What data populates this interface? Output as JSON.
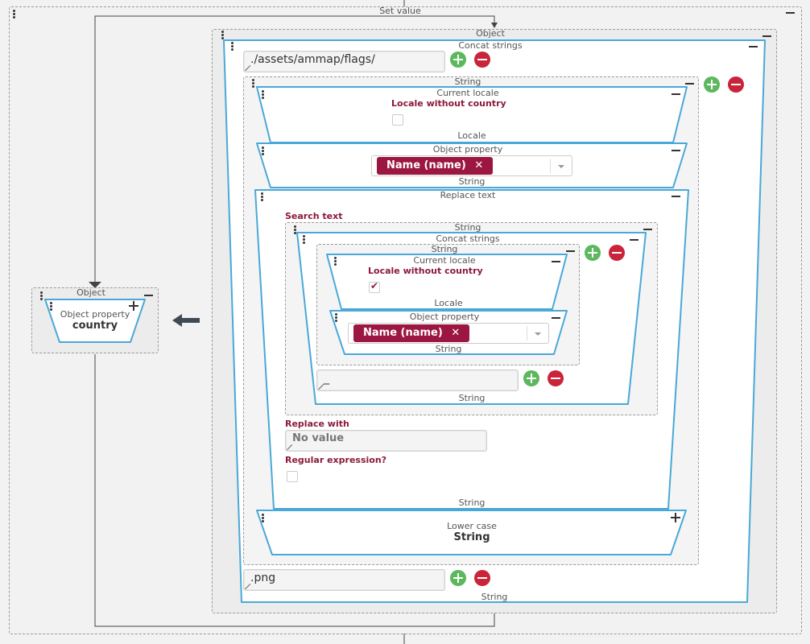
{
  "set_value": {
    "title": "Set value"
  },
  "outer_object": {
    "title": "Object"
  },
  "concat_outer": {
    "title": "Concat strings",
    "first_value": "./assets/ammap/flags/",
    "last_value": ".png",
    "output_type": "String"
  },
  "string_group": {
    "title": "String"
  },
  "current_locale_1": {
    "title": "Current locale",
    "option_label": "Locale without country",
    "checked": false,
    "output_type": "Locale"
  },
  "object_property_1": {
    "title": "Object property",
    "tag": "Name (name)",
    "output_type": "String"
  },
  "replace_text": {
    "title": "Replace text",
    "search_label": "Search text",
    "replace_label": "Replace with",
    "replace_placeholder": "No value",
    "regex_label": "Regular expression?",
    "output_type": "String"
  },
  "search_group": {
    "title": "String"
  },
  "concat_inner": {
    "title": "Concat strings",
    "output_type": "String"
  },
  "inner_string_group": {
    "title": "String"
  },
  "current_locale_2": {
    "title": "Current locale",
    "option_label": "Locale without country",
    "checked": true,
    "output_type": "Locale"
  },
  "object_property_2": {
    "title": "Object property",
    "tag": "Name (name)",
    "output_type": "String"
  },
  "inner_input": {
    "value": "_"
  },
  "lower_case": {
    "title": "Lower case",
    "subtitle": "String"
  },
  "left_object": {
    "title": "Object",
    "prop_label": "Object property",
    "prop_value": "country"
  },
  "colors": {
    "accent": "#4aa8d8",
    "tag": "#9b1742",
    "add": "#5cb85c",
    "remove": "#c9243a"
  }
}
